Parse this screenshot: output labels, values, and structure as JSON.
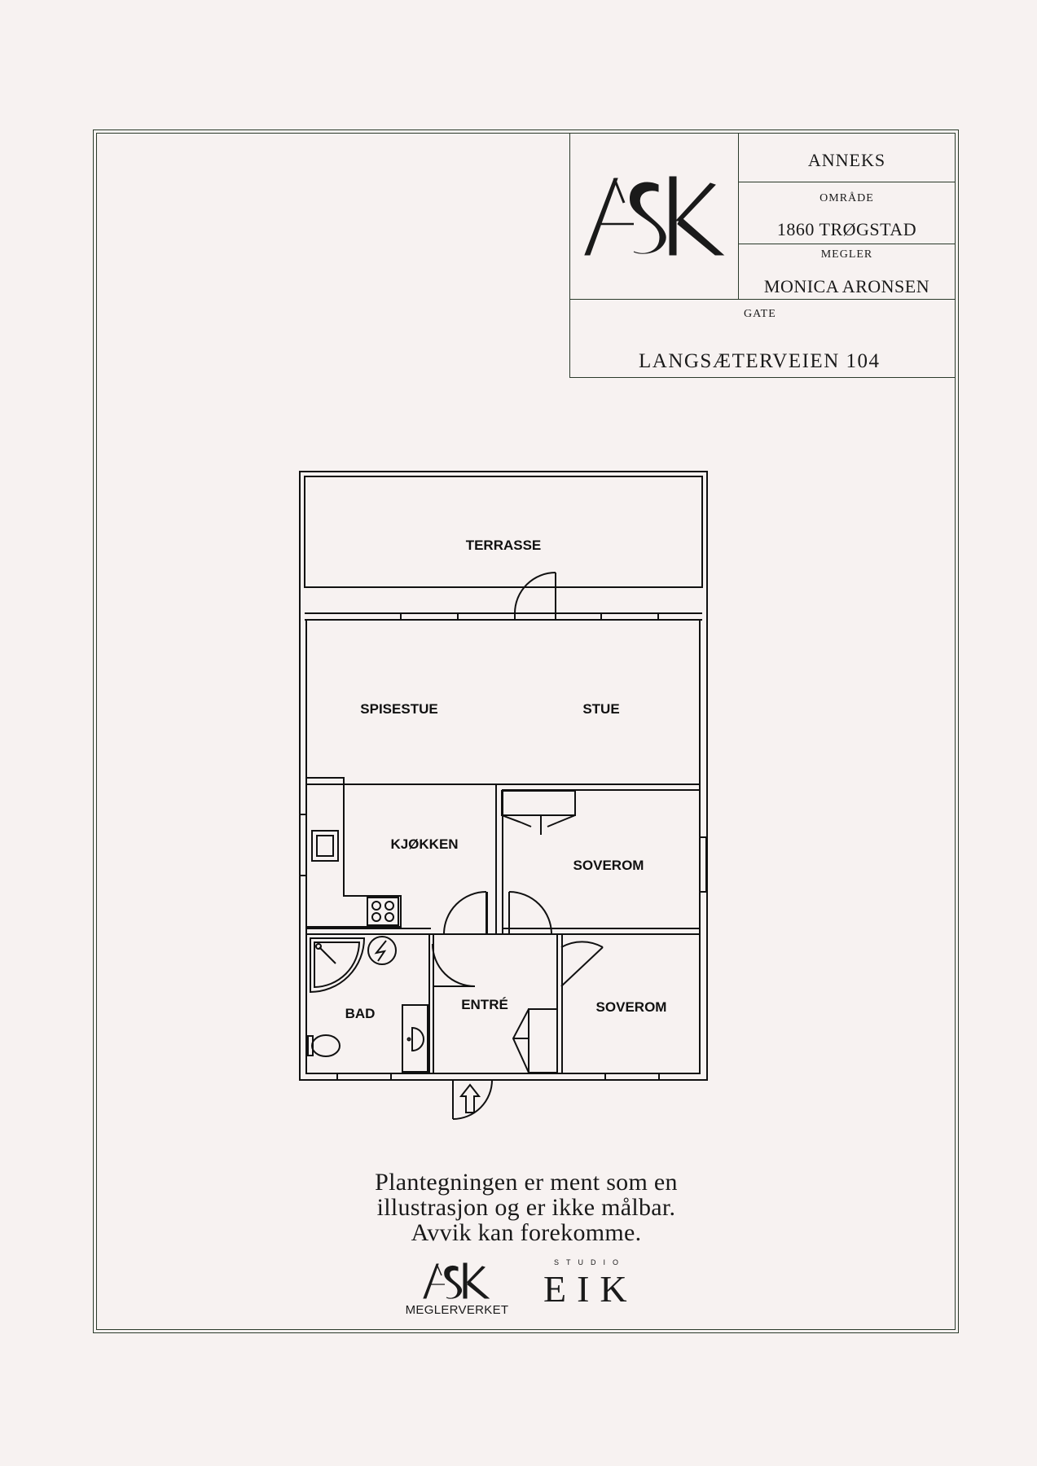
{
  "title_block": {
    "logo_text": "ASK",
    "type_value": "ANNEKS",
    "area_label": "OMRÅDE",
    "area_value": "1860 TRØGSTAD",
    "broker_label": "MEGLER",
    "broker_value": "MONICA ARONSEN",
    "street_label": "GATE",
    "street_value": "LANGSÆTERVEIEN 104"
  },
  "rooms": {
    "terrasse": "TERRASSE",
    "spisestue": "SPISESTUE",
    "stue": "STUE",
    "kjokken": "KJØKKEN",
    "soverom_1": "SOVEROM",
    "bad": "BAD",
    "entre": "ENTRÉ",
    "soverom_2": "SOVEROM"
  },
  "disclaimer": {
    "line1": "Plantegningen er ment som en",
    "line2": "illustrasjon og er ikke målbar.",
    "line3": "Avvik kan forekomme."
  },
  "footer": {
    "ask_logo_text": "ASK",
    "ask_subtitle": "MEGLERVERKET",
    "eik_small": "STUDIO",
    "eik_large": "EIK"
  },
  "colors": {
    "background": "#f7f2f1",
    "frame": "#2a3a2a",
    "lines": "#111111"
  }
}
